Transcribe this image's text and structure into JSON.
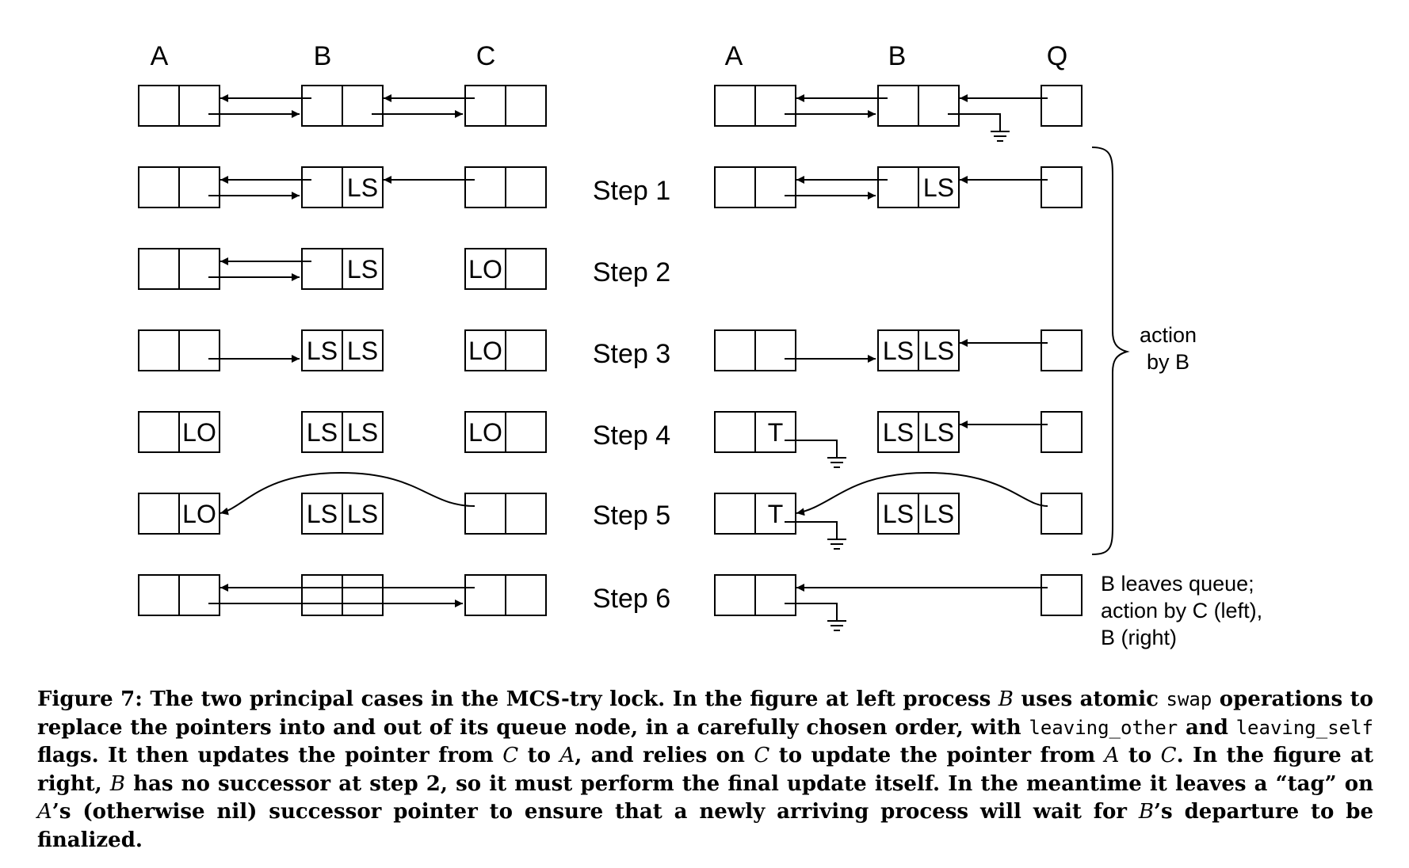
{
  "left_figure": {
    "columns": [
      "A",
      "B",
      "C"
    ],
    "rows": [
      {
        "step": "",
        "cells": [
          "",
          "",
          "",
          "",
          "",
          ""
        ]
      },
      {
        "step": "Step 1",
        "cells": [
          "",
          "",
          "",
          "LS",
          "",
          ""
        ]
      },
      {
        "step": "Step 2",
        "cells": [
          "",
          "",
          "",
          "LS",
          "LO",
          ""
        ]
      },
      {
        "step": "Step 3",
        "cells": [
          "",
          "",
          "LS",
          "LS",
          "LO",
          ""
        ]
      },
      {
        "step": "Step 4",
        "cells": [
          "",
          "LO",
          "LS",
          "LS",
          "LO",
          ""
        ]
      },
      {
        "step": "Step 5",
        "cells": [
          "",
          "LO",
          "LS",
          "LS",
          "",
          ""
        ]
      },
      {
        "step": "Step 6",
        "cells": [
          "",
          "",
          "",
          "",
          "",
          ""
        ]
      }
    ]
  },
  "right_figure": {
    "columns": [
      "A",
      "B",
      "Q"
    ],
    "rows": [
      {
        "cells": [
          "",
          "",
          "",
          "",
          ""
        ]
      },
      {
        "cells": [
          "",
          "",
          "",
          "LS",
          ""
        ]
      },
      {
        "cells": null
      },
      {
        "cells": [
          "",
          "",
          "LS",
          "LS",
          ""
        ]
      },
      {
        "cells": [
          "",
          "T",
          "LS",
          "LS",
          ""
        ]
      },
      {
        "cells": [
          "",
          "T",
          "LS",
          "LS",
          ""
        ]
      },
      {
        "cells": [
          "",
          "",
          null,
          null,
          ""
        ]
      }
    ],
    "brace_note": [
      "action",
      "by B"
    ],
    "step6_note": [
      "B leaves queue;",
      "action by C (left),",
      "B (right)"
    ]
  },
  "caption": {
    "label": "Figure 7:",
    "t1": " The two principal cases in the MCS-try lock.  In the figure at left process ",
    "v_B1": "B",
    "t2": " uses atomic ",
    "c_swap": "swap",
    "t3": " operations to replace the pointers into and out of its queue node, in a carefully chosen order, with ",
    "c_leaving_other": "leaving_other",
    "t4": " and ",
    "c_leaving_self": "leaving_self",
    "t5": " flags. It then updates the pointer from ",
    "v_C1": "C",
    "t6": " to ",
    "v_A1": "A",
    "t7": ", and relies on ",
    "v_C2": "C",
    "t8": " to update the pointer from ",
    "v_A2": "A",
    "t9": " to ",
    "v_C3": "C",
    "t10": ". In the figure at right, ",
    "v_B2": "B",
    "t11": " has no successor at step 2, so it must perform the final update itself. In the meantime it leaves a “tag” on ",
    "v_A3": "A",
    "t12": "’s (otherwise nil) successor pointer to ensure that a newly arriving process will wait for ",
    "v_B3": "B",
    "t13": "’s departure to be finalized."
  }
}
